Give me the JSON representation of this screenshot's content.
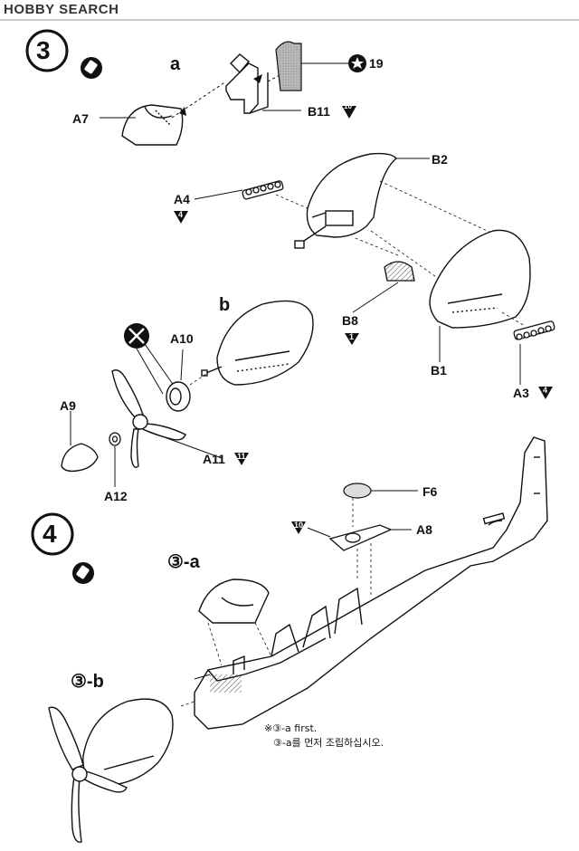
{
  "watermark": "HOBBY SEARCH",
  "steps": {
    "step3": "3",
    "step4": "4"
  },
  "step3": {
    "sub_a": "a",
    "sub_b": "b",
    "parts": {
      "a7": "A7",
      "b11": "B11",
      "b11_badge": "10",
      "n19": "19",
      "b2": "B2",
      "a4": "A4",
      "a4_badge": "4",
      "b8": "B8",
      "b8_badge": "1",
      "b1": "B1",
      "a3": "A3",
      "a3_badge": "4",
      "a10": "A10",
      "a9": "A9",
      "a11": "A11",
      "a11_badge": "11",
      "a12": "A12"
    }
  },
  "step4": {
    "ref_a": "③-a",
    "ref_b": "③-b",
    "parts": {
      "f6": "F6",
      "a8": "A8",
      "a8_badge": "10"
    },
    "note_en": "※③-a first.",
    "note_ko": "③-a를 먼저 조립하십시오."
  }
}
